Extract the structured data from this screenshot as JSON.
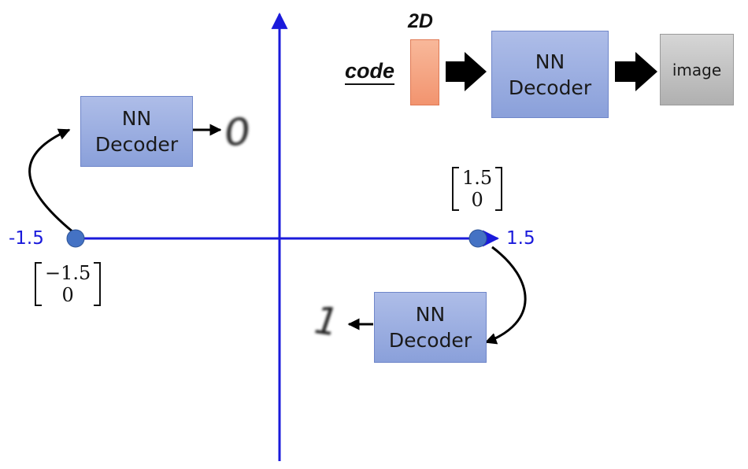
{
  "diagram": {
    "decoder_label_line1": "NN",
    "decoder_label_line2": "Decoder",
    "legend": {
      "code_label": "code",
      "dim_label": "2D",
      "output_label": "image"
    },
    "axis": {
      "x_min_label": "-1.5",
      "x_max_label": "1.5"
    },
    "points": [
      {
        "vector_top": "−1.5",
        "vector_bottom": "0",
        "output_digit": "0"
      },
      {
        "vector_top": "1.5",
        "vector_bottom": "0",
        "output_digit": "1"
      }
    ]
  },
  "colors": {
    "axis": "#1a1adb",
    "point": "#4472c4",
    "decoder_fill": "#8ea2dc",
    "code_fill": "#f4a382",
    "image_fill": "#bdbdbd"
  }
}
